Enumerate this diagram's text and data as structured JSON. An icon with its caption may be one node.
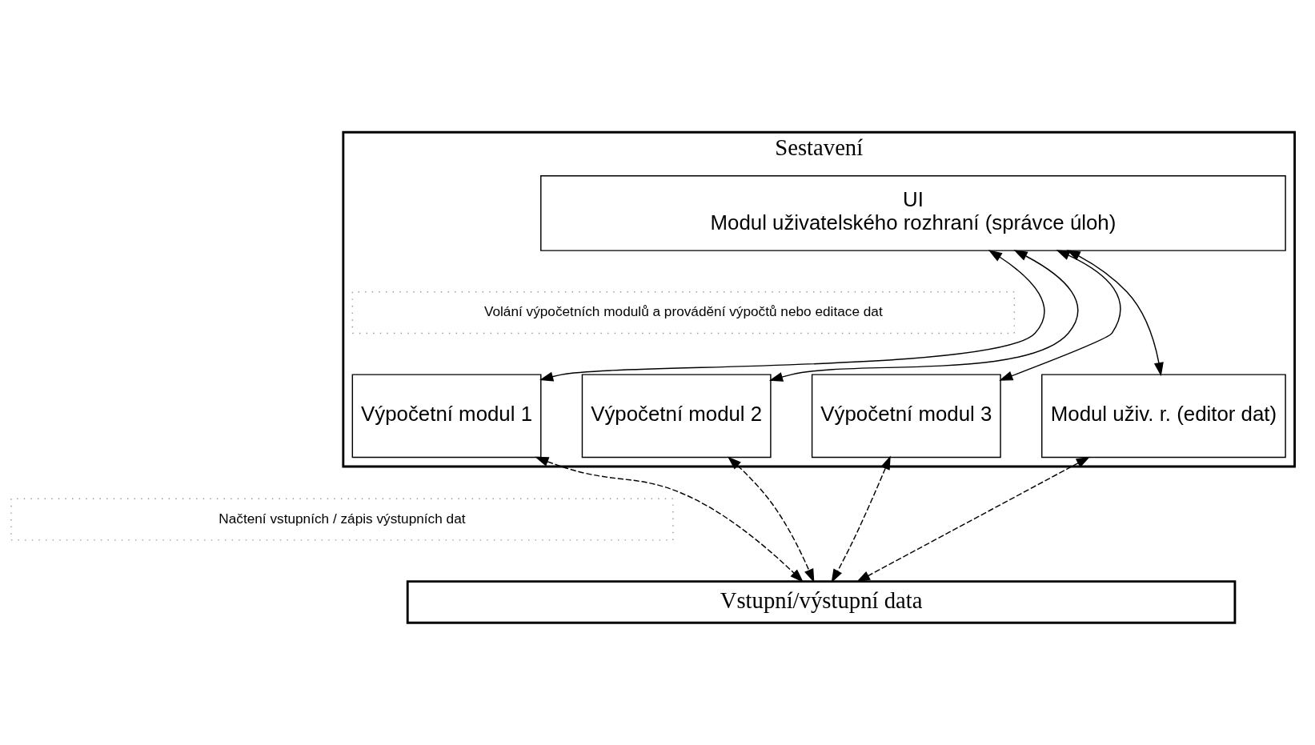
{
  "diagram": {
    "nodes": [
      {
        "text": [
          "Sestavení"
        ]
      },
      {
        "text": [
          "UI",
          "Modul uživatelského rozhraní (správce úloh)"
        ],
        "in": 0
      },
      {
        "text": [
          "Volání výpočetních modulů a provádění výpočtů nebo editace dat"
        ],
        "in": 0
      },
      {
        "text": [
          "Výpočetní modul 1"
        ],
        "in": 0
      },
      {
        "text": [
          "Výpočetní modul 2"
        ],
        "in": 0
      },
      {
        "text": [
          "Výpočetní modul 3"
        ],
        "in": 0
      },
      {
        "text": [
          "Modul uživ. r. (editor dat)"
        ],
        "in": 0
      },
      {
        "text": [
          "Načtení vstupních / zápis výstupních dat"
        ]
      },
      {
        "text": [
          "Vstupní/výstupní data"
        ]
      }
    ],
    "edges": [
      {
        "from": 1,
        "to": 3,
        "arrow": "both"
      },
      {
        "from": 1,
        "to": 4,
        "arrow": "both"
      },
      {
        "from": 1,
        "to": 5,
        "arrow": "both"
      },
      {
        "from": 1,
        "to": 6,
        "arrow": "both"
      },
      {
        "from": 3,
        "to": 8,
        "arrow": "both",
        "style": "dashed"
      },
      {
        "from": 4,
        "to": 8,
        "arrow": "both",
        "style": "dashed"
      },
      {
        "from": 5,
        "to": 8,
        "arrow": "both",
        "style": "dashed"
      },
      {
        "from": 6,
        "to": 8,
        "arrow": "both",
        "style": "dashed"
      }
    ]
  }
}
